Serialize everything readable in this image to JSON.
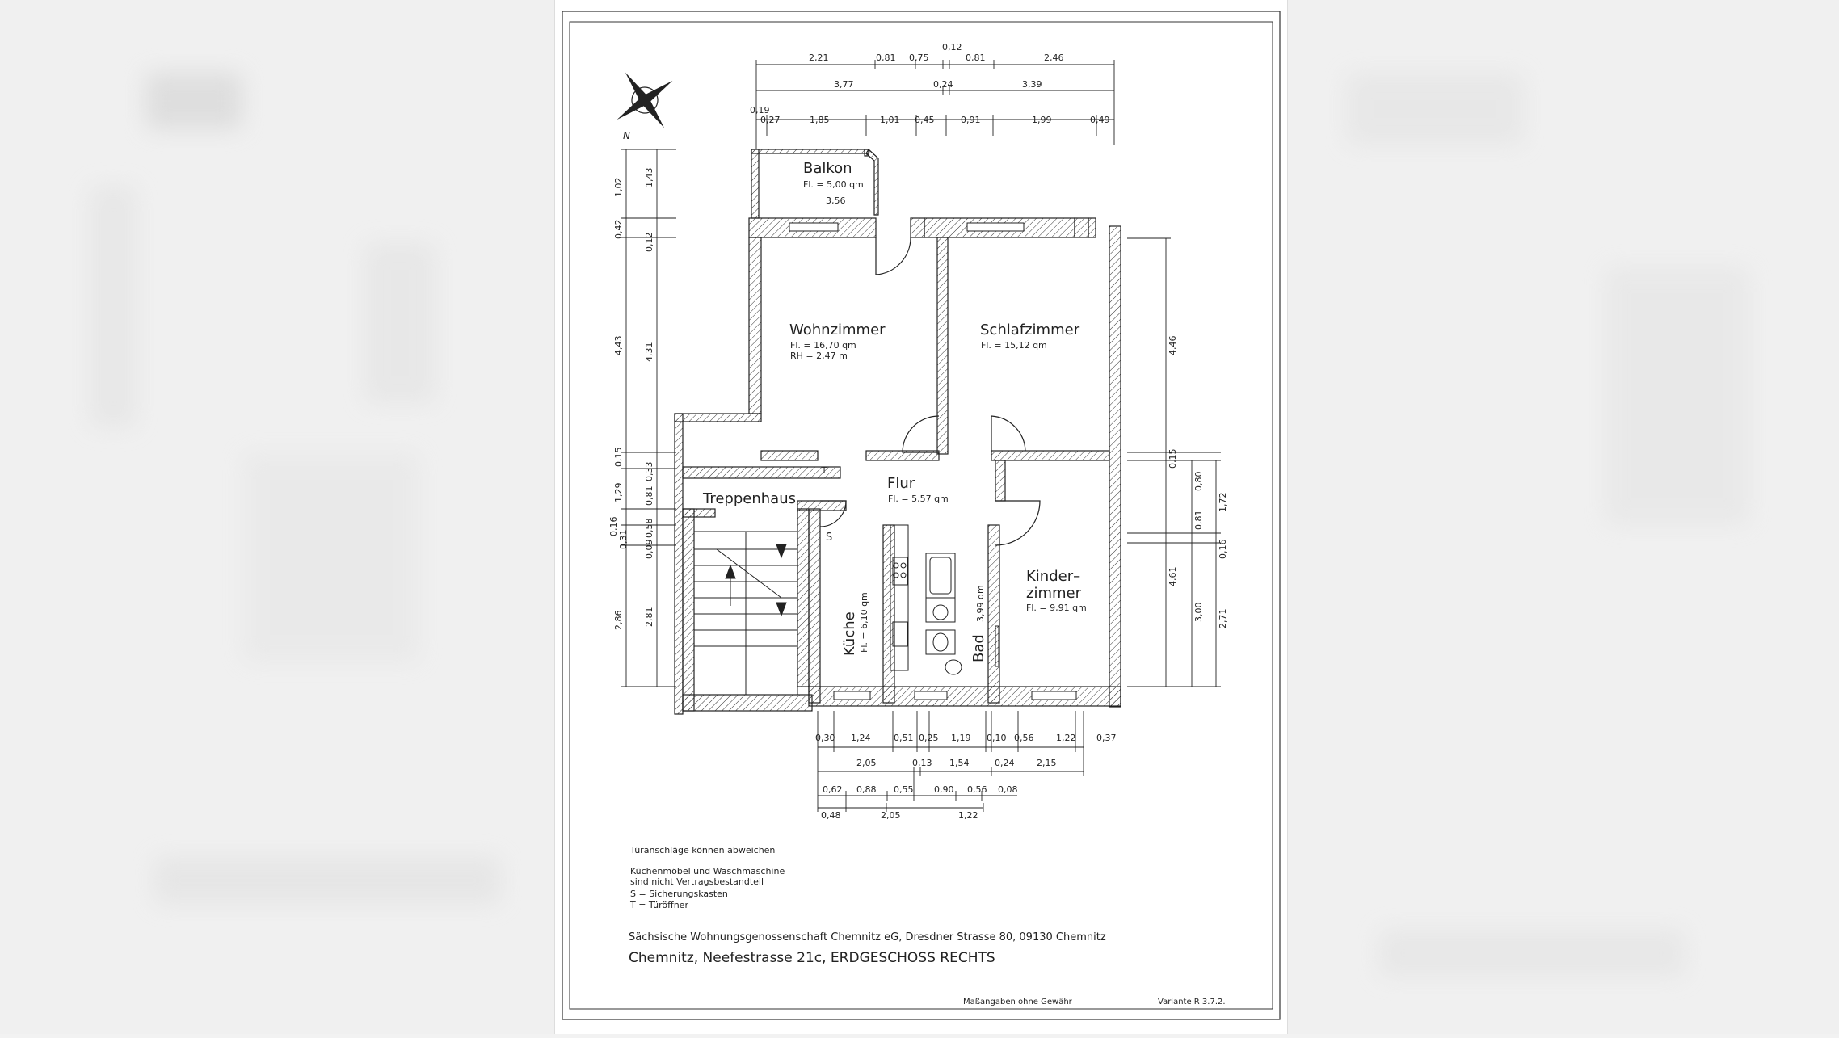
{
  "rooms": {
    "balkon": {
      "name": "Balkon",
      "area": "Fl. = 5,00 qm",
      "dim": "3,56"
    },
    "wohnzimmer": {
      "name": "Wohnzimmer",
      "area": "Fl. = 16,70 qm",
      "rh": "RH = 2,47 m"
    },
    "schlafzimmer": {
      "name": "Schlafzimmer",
      "area": "Fl. = 15,12 qm"
    },
    "flur": {
      "name": "Flur",
      "area": "Fl. = 5,57 qm"
    },
    "treppenhaus": {
      "name": "Treppenhaus"
    },
    "kinderzimmer": {
      "name1": "Kinder–",
      "name2": "zimmer",
      "area": "Fl. = 9,91 qm"
    },
    "kueche": {
      "name": "Küche",
      "area": "Fl. = 6,10 qm"
    },
    "bad": {
      "name": "Bad",
      "area": "3,99 qm"
    },
    "s_marker": "S",
    "t_marker": "T"
  },
  "dims_top": {
    "row1": [
      "2,21",
      "0,81",
      "0,75",
      "0,12",
      "0,81",
      "2,46"
    ],
    "row2": [
      "3,77",
      "0,24",
      "3,39"
    ],
    "row3": [
      "0,19",
      "0,27",
      "1,85",
      "1,01",
      "0,45",
      "0,91",
      "1,99",
      "0,49"
    ]
  },
  "dims_left": {
    "outer": [
      "1,02",
      "0,42",
      "4,43",
      "0,15",
      "1,29",
      "0,16",
      "0,31",
      "0,09",
      "2,86"
    ],
    "inner": [
      "1,43",
      "0,12",
      "4,31",
      "0,33",
      "0,81",
      "0,58",
      "2,81"
    ]
  },
  "dims_right": {
    "outer": [
      "4,46",
      "0,15",
      "4,61"
    ],
    "mid": [
      "0,80",
      "0,81",
      "3,00"
    ],
    "inner": [
      "1,72",
      "0,16",
      "2,71"
    ]
  },
  "dims_bottom": {
    "row1": [
      "0,30",
      "1,24",
      "0,51",
      "0,25",
      "1,19",
      "0,10",
      "0,56",
      "1,22",
      "0,37"
    ],
    "row2": [
      "2,05",
      "0,13",
      "1,54",
      "0,24",
      "2,15"
    ],
    "row3": [
      "0,62",
      "0,88",
      "0,55",
      "0,90",
      "0,56",
      "0,08"
    ],
    "row4": [
      "0,48",
      "2,05",
      "1,22"
    ]
  },
  "notes": {
    "line1": "Türanschläge können abweichen",
    "line2": "Küchenmöbel und Waschmaschine",
    "line3": "sind nicht Vertragsbestandteil",
    "line4": "S = Sicherungskasten",
    "line5": "T = Türöffner"
  },
  "footer": {
    "company": "Sächsische Wohnungsgenossenschaft Chemnitz eG, Dresdner Strasse 80, 09130 Chemnitz",
    "address": "Chemnitz, Neefestrasse 21c, ERDGESCHOSS RECHTS",
    "disclaimer": "Maßangaben ohne Gewähr",
    "variant": "Variante R 3.7.2."
  },
  "compass_label": "N"
}
